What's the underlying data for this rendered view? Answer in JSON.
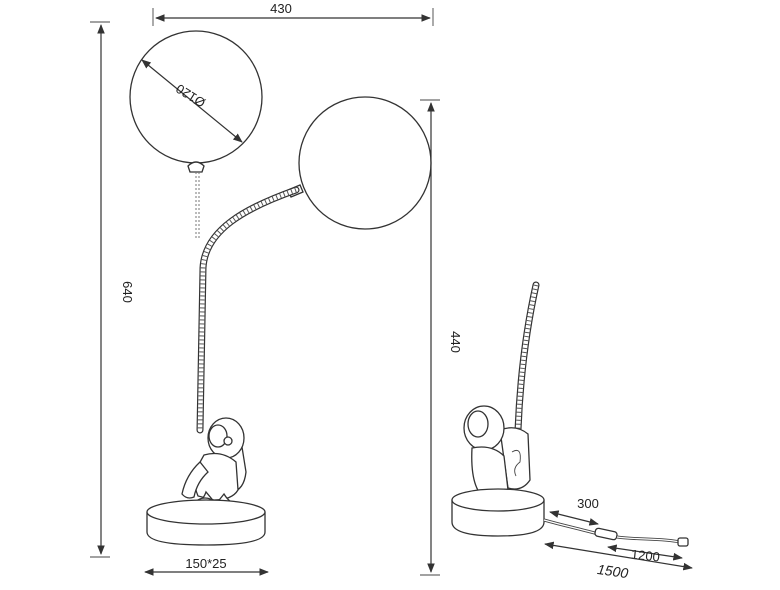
{
  "dimensions": {
    "overall_width": "430",
    "overall_height": "640",
    "shade_diameter": "Ø120",
    "base_size": "150*25",
    "side_height": "440",
    "cable_switch": "300",
    "cable_plug": "1200",
    "cable_total": "1500"
  }
}
